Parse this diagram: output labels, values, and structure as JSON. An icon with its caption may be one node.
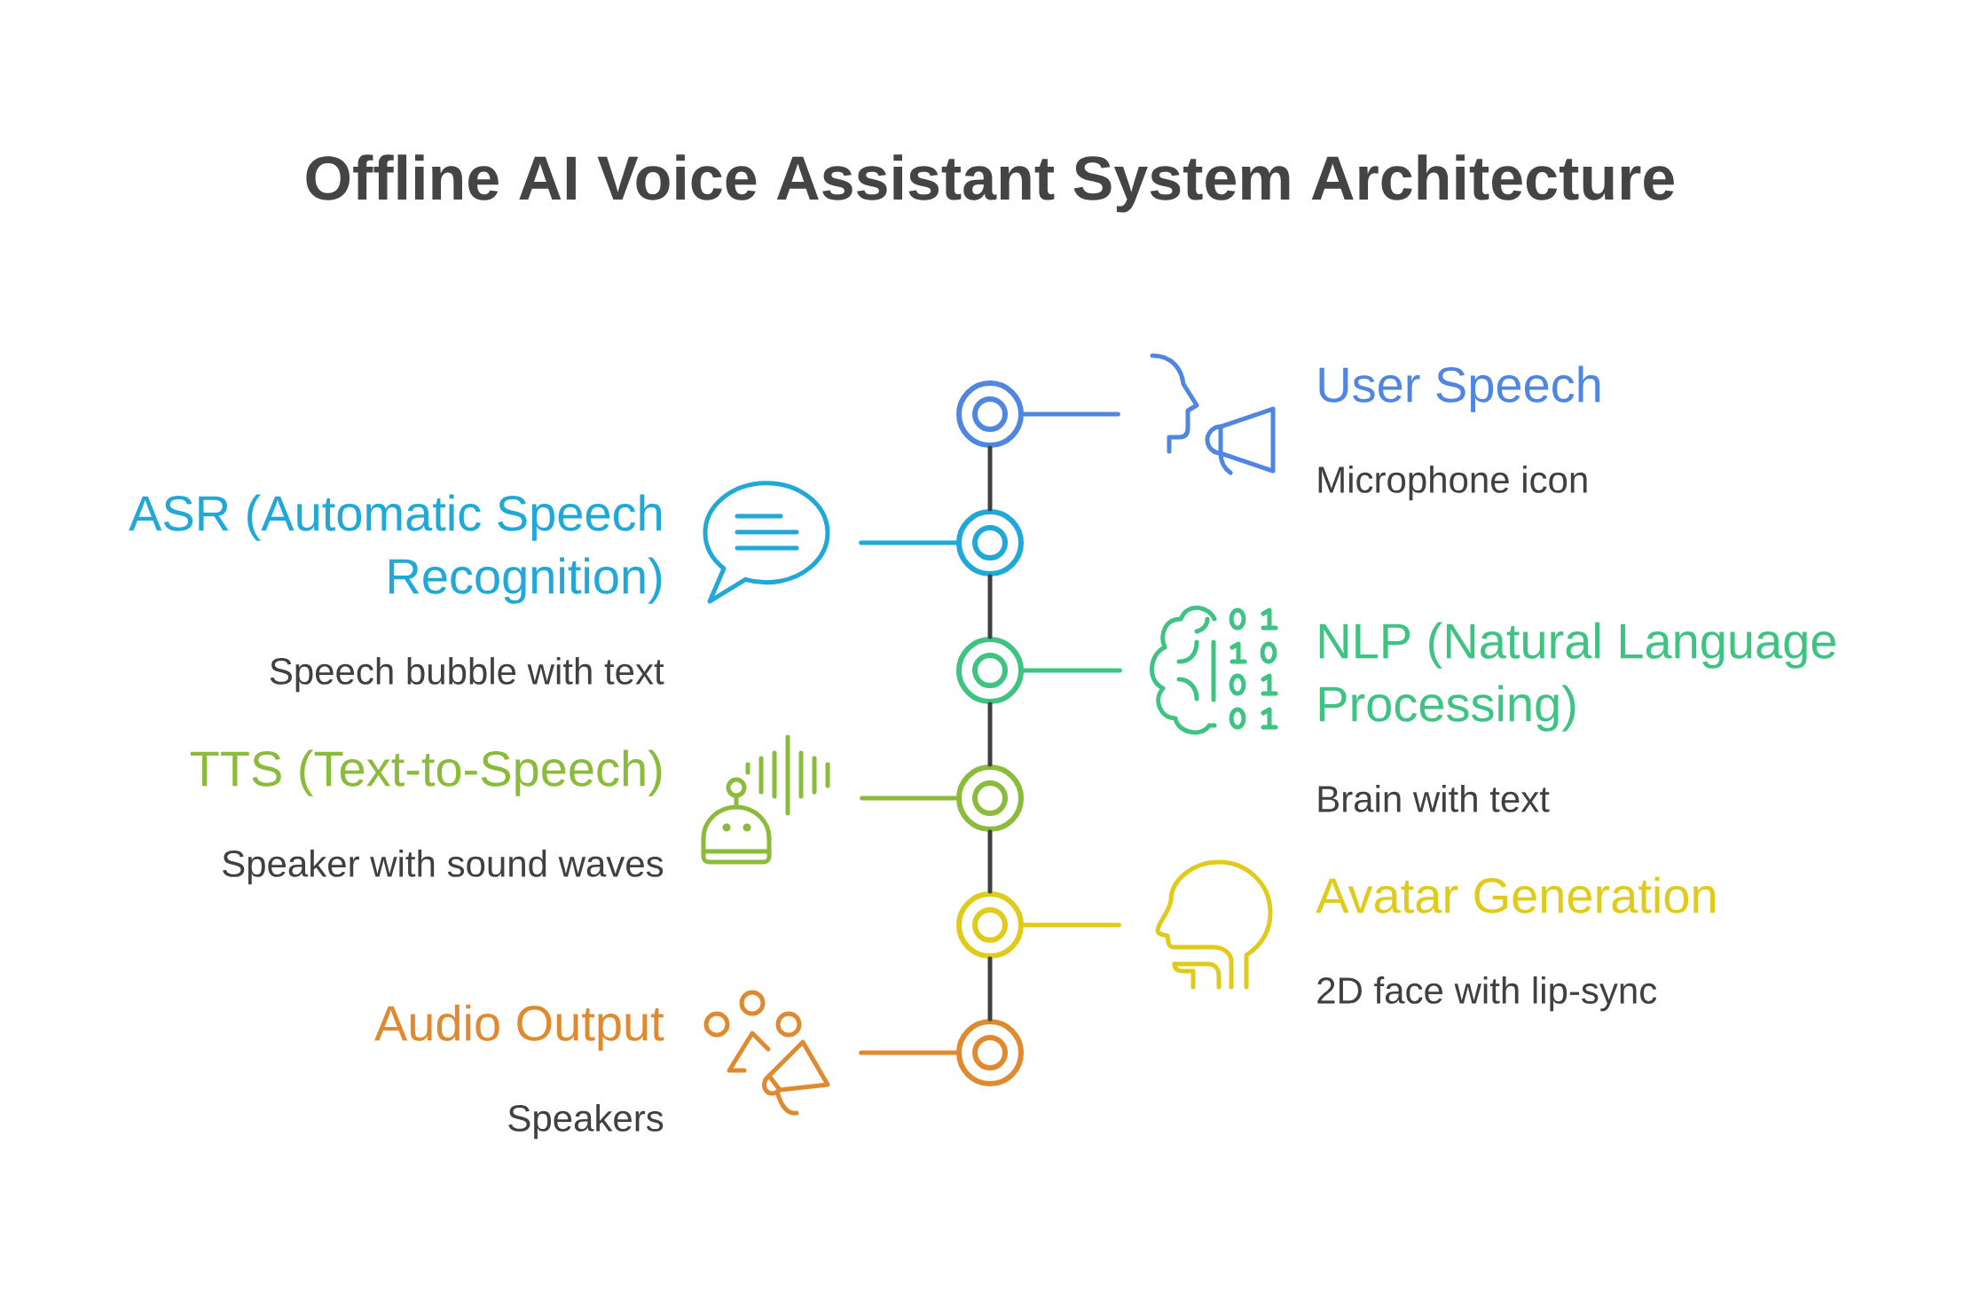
{
  "diagram": {
    "title": "Offline AI Voice Assistant System Architecture",
    "nodes": [
      {
        "text": [],
        "shape": "circle"
      },
      {
        "text": [],
        "shape": "picture",
        "beside": [
          "User Speech",
          "Microphone icon"
        ]
      },
      {
        "text": [],
        "shape": "circle"
      },
      {
        "text": [],
        "shape": "picture",
        "beside": [
          "ASR (Automatic Speech Recognition)",
          "Speech bubble with text"
        ]
      },
      {
        "text": [],
        "shape": "circle"
      },
      {
        "text": [],
        "shape": "picture",
        "beside": [
          "NLP (Natural Language Processing)",
          "Brain with text"
        ]
      },
      {
        "text": [],
        "shape": "circle"
      },
      {
        "text": [],
        "shape": "picture",
        "beside": [
          "TTS (Text-to-Speech)",
          "Speaker with sound waves"
        ]
      },
      {
        "text": [],
        "shape": "circle"
      },
      {
        "text": [],
        "shape": "picture",
        "beside": [
          "Avatar Generation",
          "2D face with lip-sync"
        ]
      },
      {
        "text": [],
        "shape": "circle"
      },
      {
        "text": [],
        "shape": "picture",
        "beside": [
          "Audio Output",
          "Speakers"
        ]
      }
    ],
    "edges": [
      {
        "from": 0,
        "to": 1,
        "arrow": "none",
        "color": "#4f86e2"
      },
      {
        "from": 0,
        "to": 2,
        "arrow": "none"
      },
      {
        "from": 2,
        "to": 3,
        "arrow": "none",
        "color": "#1fa8d8"
      },
      {
        "from": 2,
        "to": 4,
        "arrow": "none"
      },
      {
        "from": 4,
        "to": 5,
        "arrow": "none",
        "color": "#3ec383"
      },
      {
        "from": 4,
        "to": 6,
        "arrow": "none"
      },
      {
        "from": 6,
        "to": 7,
        "arrow": "none",
        "color": "#8bbb3b"
      },
      {
        "from": 6,
        "to": 8,
        "arrow": "none"
      },
      {
        "from": 8,
        "to": 9,
        "arrow": "none",
        "color": "#e0cb1a"
      },
      {
        "from": 8,
        "to": 10,
        "arrow": "none"
      },
      {
        "from": 10,
        "to": 11,
        "arrow": "none",
        "color": "#e08a30"
      }
    ]
  }
}
